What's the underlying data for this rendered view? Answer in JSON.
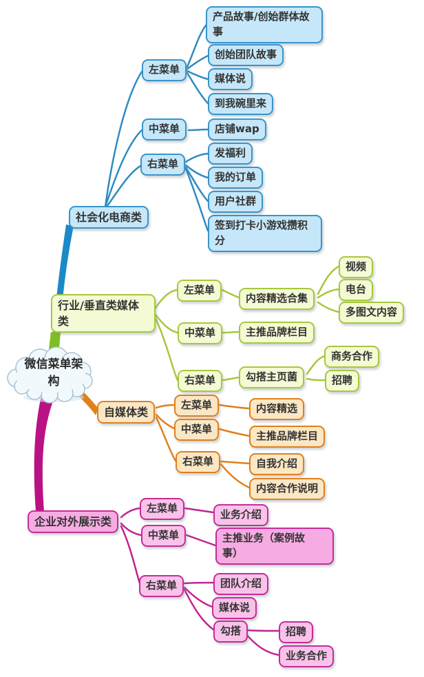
{
  "mindmap": {
    "root": {
      "label": "微信菜单架\n构"
    },
    "branches": [
      {
        "label": "社会化电商类",
        "color": "#3a93c9",
        "menus": [
          {
            "label": "左菜单",
            "items": [
              {
                "label": "产品故事/创始群体故\n事"
              },
              {
                "label": "创始团队故事"
              },
              {
                "label": "媒体说"
              },
              {
                "label": "到我碗里来"
              }
            ]
          },
          {
            "label": "中菜单",
            "items": [
              {
                "label": "店铺wap"
              }
            ]
          },
          {
            "label": "右菜单",
            "items": [
              {
                "label": "发福利"
              },
              {
                "label": "我的订单"
              },
              {
                "label": "用户社群"
              },
              {
                "label": "签到打卡小游戏攒积\n分"
              }
            ]
          }
        ]
      },
      {
        "label": "行业/垂直类媒体\n类",
        "color": "#a6c83e",
        "menus": [
          {
            "label": "左菜单",
            "items": [
              {
                "label": "内容精选合集",
                "children": [
                  {
                    "label": "视频"
                  },
                  {
                    "label": "电台"
                  },
                  {
                    "label": "多图文内容"
                  }
                ]
              }
            ]
          },
          {
            "label": "中菜单",
            "items": [
              {
                "label": "主推品牌栏目"
              }
            ]
          },
          {
            "label": "右菜单",
            "items": [
              {
                "label": "勾搭主页菌",
                "children": [
                  {
                    "label": "商务合作"
                  },
                  {
                    "label": "招聘"
                  }
                ]
              }
            ]
          }
        ]
      },
      {
        "label": "自媒体类",
        "color": "#df7f1e",
        "menus": [
          {
            "label": "左菜单",
            "items": [
              {
                "label": "内容精选"
              }
            ]
          },
          {
            "label": "中菜单",
            "items": [
              {
                "label": "主推品牌栏目"
              }
            ]
          },
          {
            "label": "右菜单",
            "items": [
              {
                "label": "自我介绍"
              },
              {
                "label": "内容合作说明"
              }
            ]
          }
        ]
      },
      {
        "label": "企业对外展示类",
        "color": "#c62c95",
        "menus": [
          {
            "label": "左菜单",
            "items": [
              {
                "label": "业务介绍"
              }
            ]
          },
          {
            "label": "中菜单",
            "items": [
              {
                "label": "主推业务（案例故\n事）"
              }
            ]
          },
          {
            "label": "右菜单",
            "items": [
              {
                "label": "团队介绍"
              },
              {
                "label": "媒体说"
              },
              {
                "label": "勾搭",
                "children": [
                  {
                    "label": "招聘"
                  },
                  {
                    "label": "业务合作"
                  }
                ]
              }
            ]
          }
        ]
      }
    ],
    "palette": {
      "blue_border": "#3a93c9",
      "blue_fill": "#c5e7f9",
      "green_border": "#a6c83e",
      "green_fill": "#f4fad4",
      "orange_border": "#df7f1e",
      "orange_fill": "#fbe7c4",
      "pink_border": "#c62c95",
      "pink_fill": "#f9c2ea",
      "pink_fill_deep": "#f6ace2",
      "trunk_blue": "#1c89c8",
      "trunk_green": "#7fbe27",
      "trunk_orange": "#e0811c",
      "trunk_magenta": "#ba1285"
    }
  }
}
